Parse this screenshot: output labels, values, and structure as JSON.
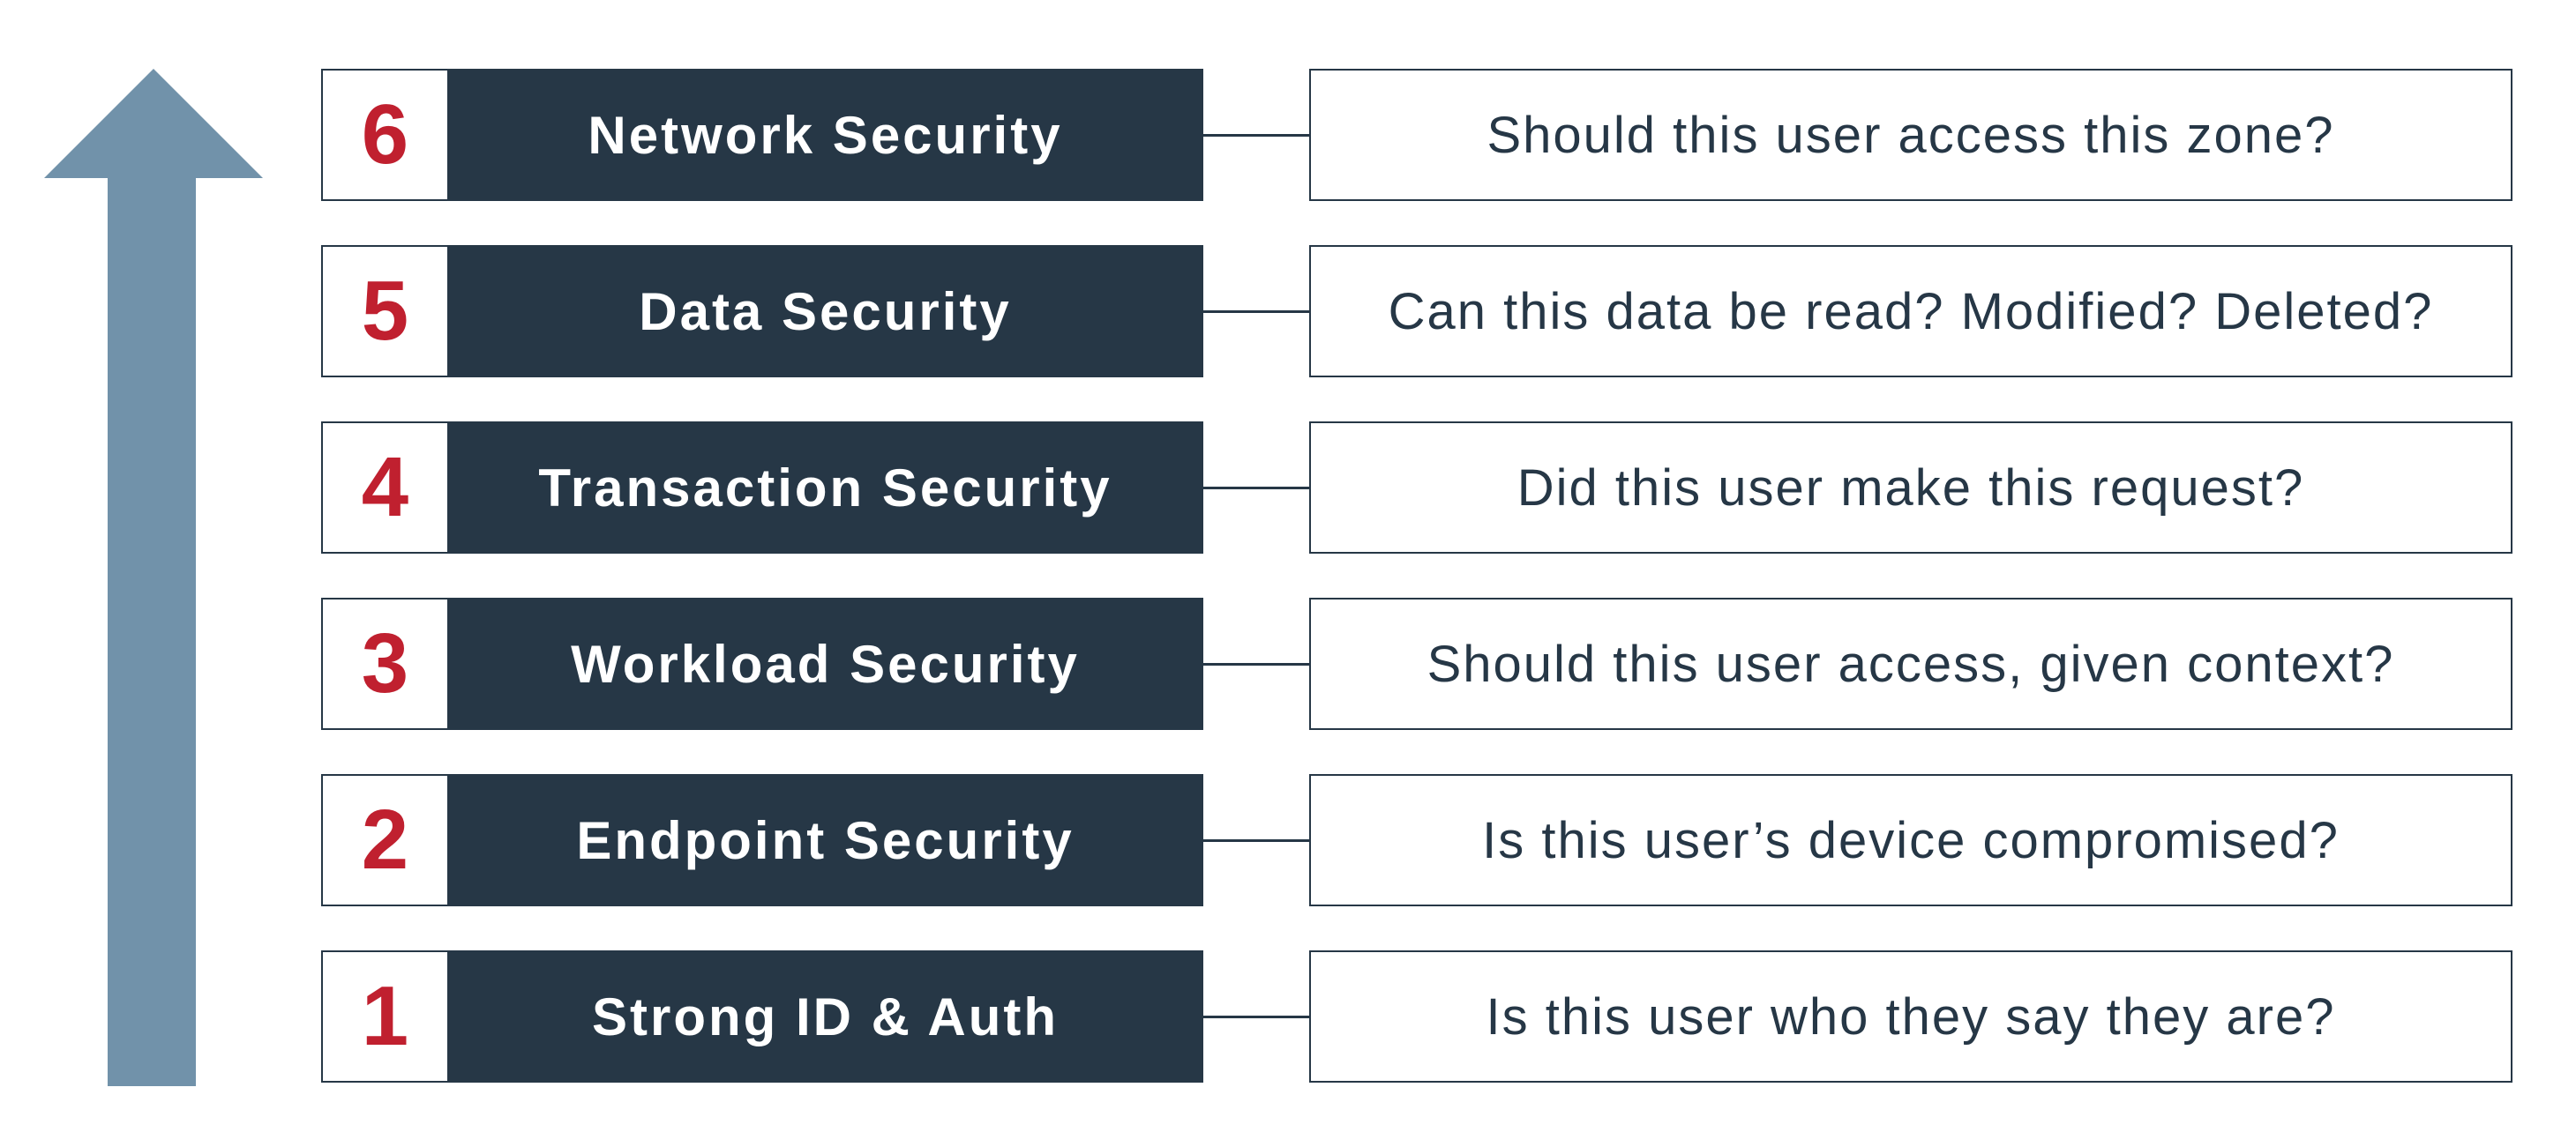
{
  "colors": {
    "arrow": "#7192aa",
    "dark_fill": "#263746",
    "number": "#c0202f",
    "label_text": "#ffffff",
    "question_text": "#263746"
  },
  "arrow": {
    "icon": "up-arrow-icon"
  },
  "layers": [
    {
      "number": "6",
      "name": "Network Security",
      "question": "Should this user access this zone?"
    },
    {
      "number": "5",
      "name": "Data Security",
      "question": "Can this data be read? Modified? Deleted?"
    },
    {
      "number": "4",
      "name": "Transaction Security",
      "question": "Did this user make this request?"
    },
    {
      "number": "3",
      "name": "Workload Security",
      "question": "Should this user access, given context?"
    },
    {
      "number": "2",
      "name": "Endpoint Security",
      "question": "Is this user’s device compromised?"
    },
    {
      "number": "1",
      "name": "Strong ID & Auth",
      "question": "Is this user who they say they are?"
    }
  ]
}
